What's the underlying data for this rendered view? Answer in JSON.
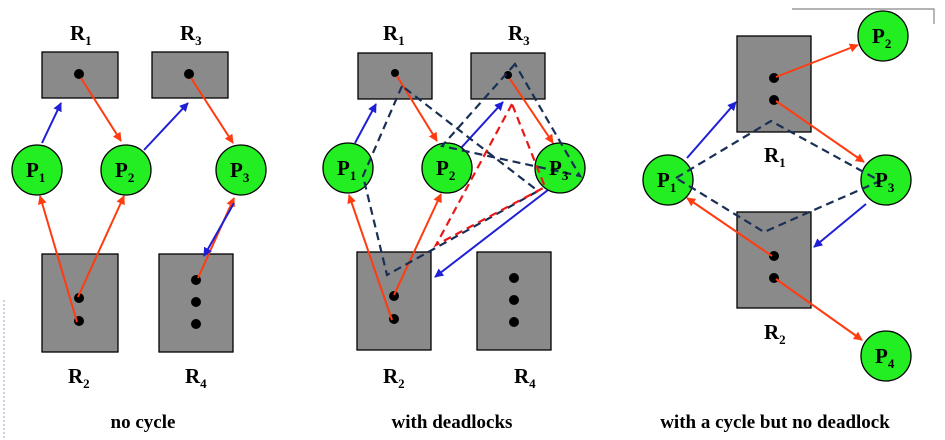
{
  "colors": {
    "process_fill": "#22ee22",
    "resource_fill": "#8a8a8a",
    "request_edge": "#1f1fd6",
    "assignment_edge": "#ff3b10",
    "cycle_dark": "#1a2f55",
    "cycle_red": "#e81818"
  },
  "panel1": {
    "caption": "no cycle",
    "r1": {
      "letter": "R",
      "index": "1"
    },
    "r2": {
      "letter": "R",
      "index": "2"
    },
    "r3": {
      "letter": "R",
      "index": "3"
    },
    "r4": {
      "letter": "R",
      "index": "4"
    },
    "p1": {
      "letter": "P",
      "index": "1"
    },
    "p2": {
      "letter": "P",
      "index": "2"
    },
    "p3": {
      "letter": "P",
      "index": "3"
    }
  },
  "panel2": {
    "caption": "with deadlocks",
    "r1": {
      "letter": "R",
      "index": "1"
    },
    "r2": {
      "letter": "R",
      "index": "2"
    },
    "r3": {
      "letter": "R",
      "index": "3"
    },
    "r4": {
      "letter": "R",
      "index": "4"
    },
    "p1": {
      "letter": "P",
      "index": "1"
    },
    "p2": {
      "letter": "P",
      "index": "2"
    },
    "p3": {
      "letter": "P",
      "index": "3"
    }
  },
  "panel3": {
    "caption": "with a cycle but no deadlock",
    "r1": {
      "letter": "R",
      "index": "1"
    },
    "r2": {
      "letter": "R",
      "index": "2"
    },
    "p1": {
      "letter": "P",
      "index": "1"
    },
    "p2": {
      "letter": "P",
      "index": "2"
    },
    "p3": {
      "letter": "P",
      "index": "3"
    },
    "p4": {
      "letter": "P",
      "index": "4"
    }
  }
}
